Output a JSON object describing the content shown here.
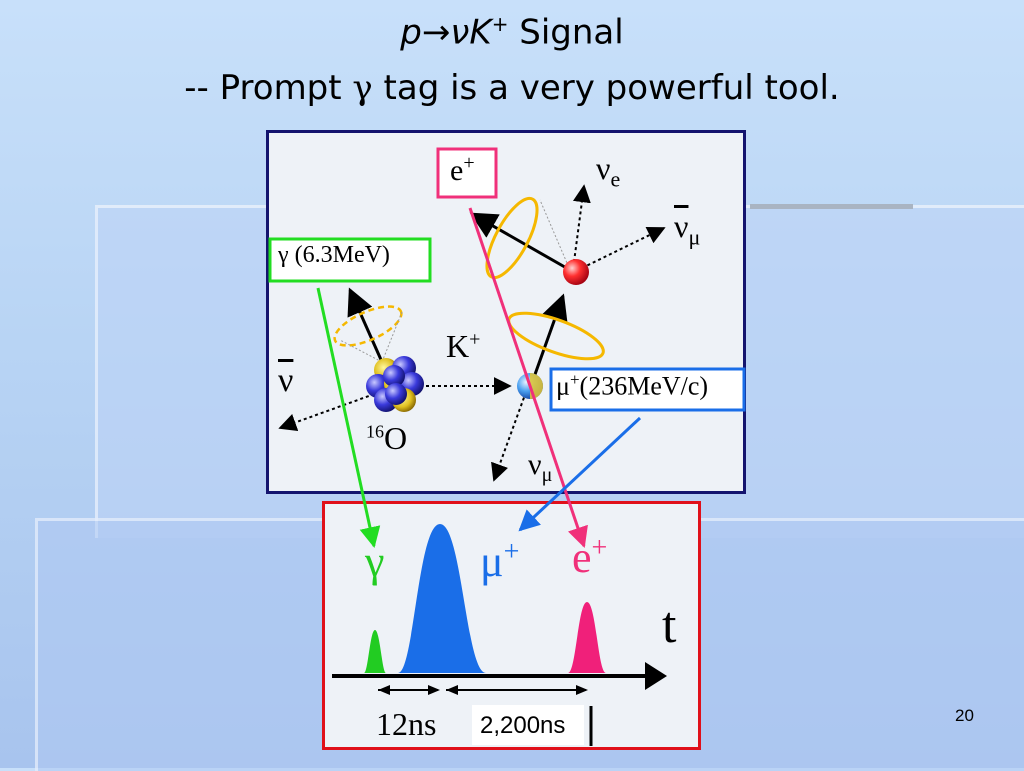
{
  "title": {
    "line1_proton": "p",
    "line1_arrow": "→",
    "line1_nu": "ν",
    "line1_kaon": "K",
    "line1_kaon_charge": "+",
    "line1_signal": " Signal",
    "line2_dash": "-- Prompt ",
    "line2_gamma": "γ",
    "line2_rest": " tag is a very powerful tool."
  },
  "physics_diagram": {
    "gamma_box_symbol": "γ",
    "gamma_box_energy": " (6.3MeV)",
    "positron_box": "e",
    "positron_charge": "+",
    "nu_e": "ν",
    "nu_e_sub": "e",
    "nubar_mu": "ν",
    "nubar_mu_sub": "μ",
    "kaon": "K",
    "kaon_charge": "+",
    "nubar": "ν",
    "oxygen_mass": "16",
    "oxygen": "O",
    "muon_symbol": "μ",
    "muon_charge": "+",
    "muon_momentum": "(236MeV/c)",
    "nu_mu": "ν",
    "nu_mu_sub": "μ"
  },
  "timing_diagram": {
    "gamma_label": "γ",
    "muon_label": "μ",
    "muon_charge": "+",
    "positron_label": "e",
    "positron_charge": "+",
    "axis_label": "t",
    "interval1": "12ns",
    "interval2": "2,200ns"
  },
  "colors": {
    "gamma_green": "#22dd22",
    "muon_blue": "#1a6ee8",
    "positron_pink": "#f0307a",
    "physics_border": "#14146e",
    "timing_border": "#e0101a",
    "cone_yellow": "#f5b800"
  },
  "page_number": "20"
}
